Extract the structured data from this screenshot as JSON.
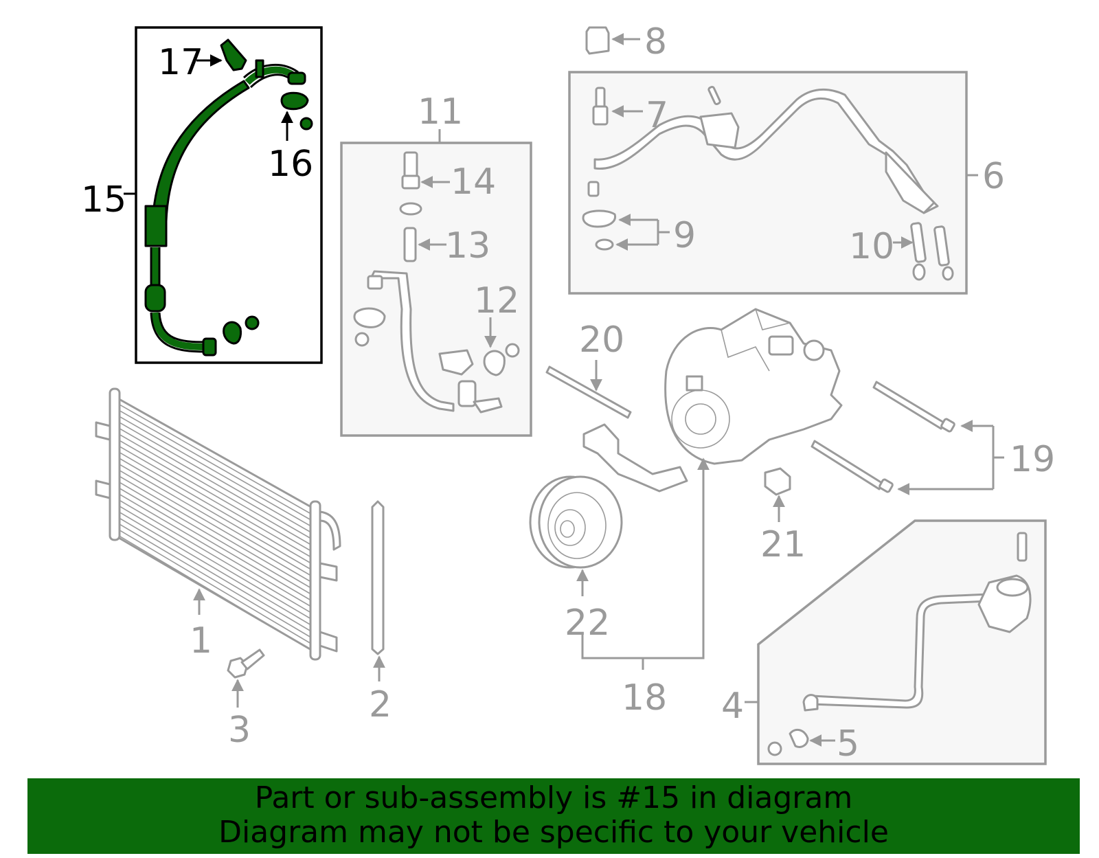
{
  "diagram": {
    "highlighted_part": "15",
    "callouts": [
      "1",
      "2",
      "3",
      "4",
      "5",
      "6",
      "7",
      "8",
      "9",
      "10",
      "11",
      "12",
      "13",
      "14",
      "15",
      "16",
      "17",
      "18",
      "19",
      "20",
      "21",
      "22"
    ]
  },
  "banner": {
    "line1": "Part or sub-assembly is #15 in diagram",
    "line2": "Diagram may not be specific to your vehicle"
  },
  "colors": {
    "highlight": "#0b6b0b",
    "banner_bg": "#0b6b0b",
    "parts_gray": "#9a9a9a",
    "highlight_outline": "#000000"
  }
}
